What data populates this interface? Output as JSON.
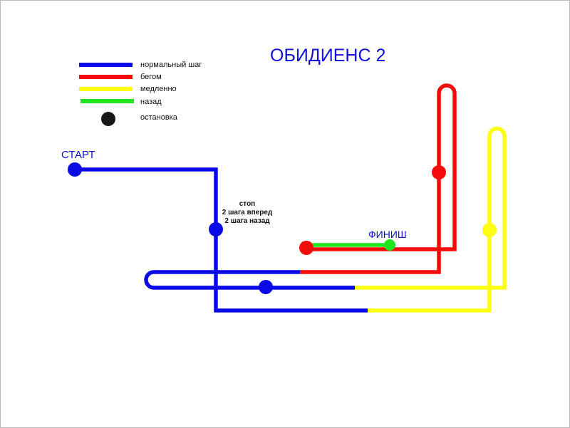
{
  "title": "ОБИДИЕНС 2",
  "legend": [
    {
      "label": "нормальный шаг",
      "color": "#0a0ae6",
      "kind": "line"
    },
    {
      "label": "бегом",
      "color": "#f50a0a",
      "kind": "line"
    },
    {
      "label": "медленно",
      "color": "#ffff14",
      "kind": "line"
    },
    {
      "label": "назад",
      "color": "#1ee61e",
      "kind": "line"
    },
    {
      "label": "остановка",
      "color": "#1a1a1a",
      "kind": "dot"
    }
  ],
  "labels": {
    "start": "СТАРТ",
    "finish": "ФИНИШ",
    "note_line1": "стоп",
    "note_line2": "2 шага вперед",
    "note_line3": "2 шага назад"
  }
}
